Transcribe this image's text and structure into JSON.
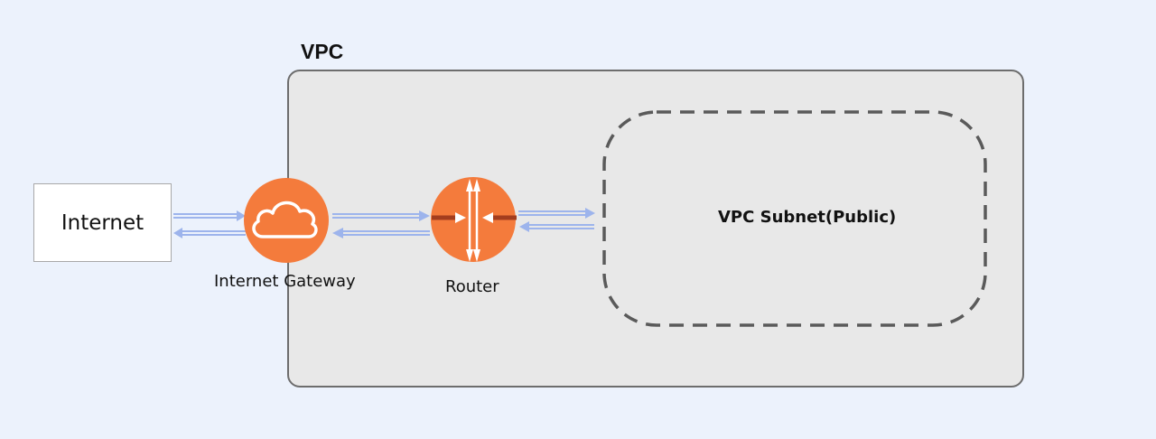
{
  "vpc": {
    "title": "VPC"
  },
  "nodes": {
    "internet": {
      "label": "Internet"
    },
    "internet_gateway": {
      "label": "Internet Gateway",
      "icon": "cloud-icon"
    },
    "router": {
      "label": "Router",
      "icon": "router-icon"
    },
    "subnet": {
      "label": "VPC Subnet(Public)"
    }
  },
  "colors": {
    "background": "#ecf2fc",
    "vpc_fill": "#e8e8e8",
    "vpc_border": "#6d6d6d",
    "node_orange": "#f47b3c",
    "arrow_blue": "#9db4ec",
    "router_arrow": "#a33d1e",
    "subnet_dash": "#5a5a5a"
  }
}
